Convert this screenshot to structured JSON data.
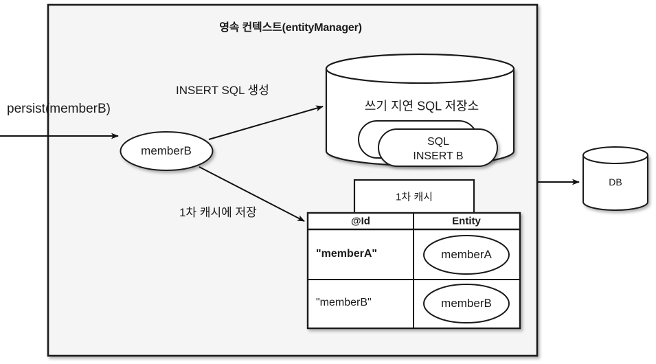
{
  "diagram": {
    "container_title": "영속 컨텍스트(entityManager)",
    "background_color": "#f5f5f5",
    "border_color": "#1a1a1a",
    "shape_fill": "#ffffff",
    "stroke_color": "#1a1a1a"
  },
  "inputs": {
    "persist_label": "persist(memberB)"
  },
  "entity": {
    "ellipse_label": "memberB"
  },
  "flows": {
    "to_store_label": "INSERT SQL 생성",
    "to_cache_label": "1차 캐시에 저장"
  },
  "sql_store": {
    "title": "쓰기 지연 SQL 저장소",
    "cards": [
      {
        "line1": "",
        "line2": ""
      },
      {
        "line1": "SQL",
        "line2": "INSERT B"
      }
    ]
  },
  "first_level_cache": {
    "header": "1차 캐시",
    "columns": [
      "@Id",
      "Entity"
    ],
    "rows": [
      {
        "id": "\"memberA\"",
        "entity": "memberA",
        "bold": true
      },
      {
        "id": "\"memberB\"",
        "entity": "memberB",
        "bold": false
      }
    ]
  },
  "database": {
    "label": "DB"
  }
}
